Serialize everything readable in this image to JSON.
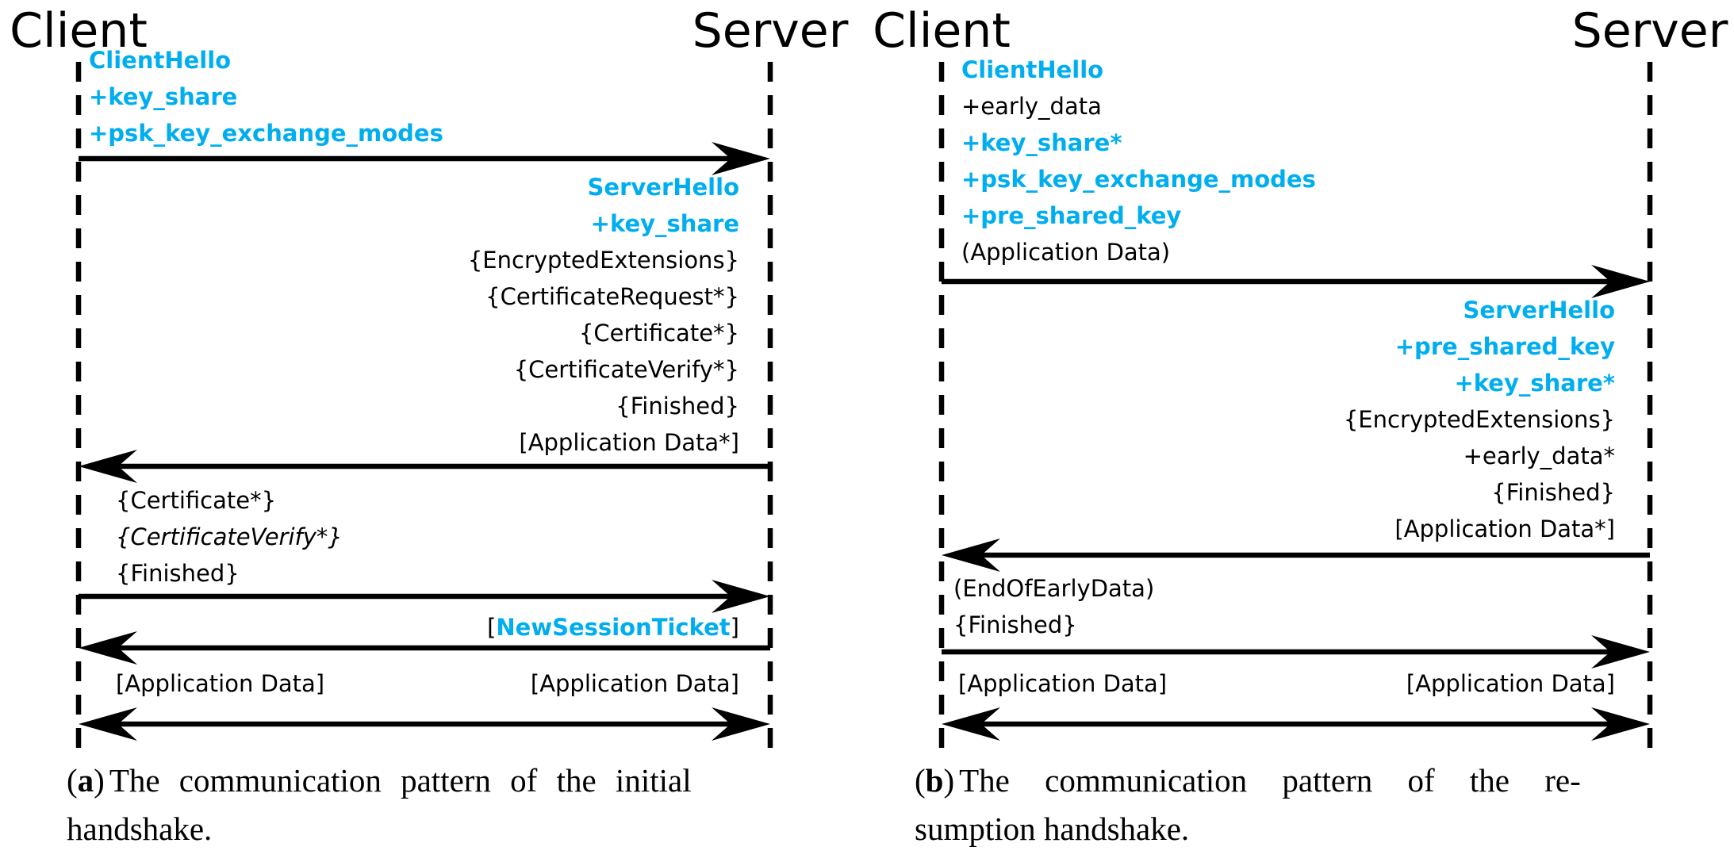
{
  "colors": {
    "accent": "#00AEEF",
    "ink": "#000000",
    "background": "#FFFFFF"
  },
  "diagram_a": {
    "client_label": "Client",
    "server_label": "Server",
    "flight1_client_to_server": [
      "ClientHello",
      "+key_share",
      "+psk_key_exchange_modes"
    ],
    "flight2_server_to_client": [
      "ServerHello",
      "+key_share",
      "{EncryptedExtensions}",
      "{CertificateRequest*}",
      "{Certificate*}",
      "{CertificateVerify*}",
      "{Finished}",
      "[Application Data*]"
    ],
    "flight3_client_to_server": [
      "{Certificate*}",
      "{CertificateVerify*}",
      "{Finished}"
    ],
    "new_session_ticket": {
      "open_bracket": "[",
      "label": "NewSessionTicket",
      "close_bracket": "]"
    },
    "application_data_left": "[Application Data]",
    "application_data_right": "[Application Data]",
    "caption": {
      "open": "(",
      "letter": "a",
      "close": ")",
      "line1": "The communication pattern of the initial",
      "line2": "handshake."
    }
  },
  "diagram_b": {
    "client_label": "Client",
    "server_label": "Server",
    "flight1_client_to_server": [
      "ClientHello",
      "+early_data",
      "+key_share*",
      "+psk_key_exchange_modes",
      "+pre_shared_key",
      "(Application Data)"
    ],
    "flight2_server_to_client": [
      "ServerHello",
      "+pre_shared_key",
      "+key_share*",
      "{EncryptedExtensions}",
      "+early_data*",
      "{Finished}",
      "[Application Data*]"
    ],
    "flight3_client_to_server": [
      "(EndOfEarlyData)",
      "{Finished}"
    ],
    "application_data_left": "[Application Data]",
    "application_data_right": "[Application Data]",
    "caption": {
      "open": "(",
      "letter": "b",
      "close": ")",
      "line1": "The communication pattern of the re-",
      "line2": "sumption handshake."
    }
  }
}
